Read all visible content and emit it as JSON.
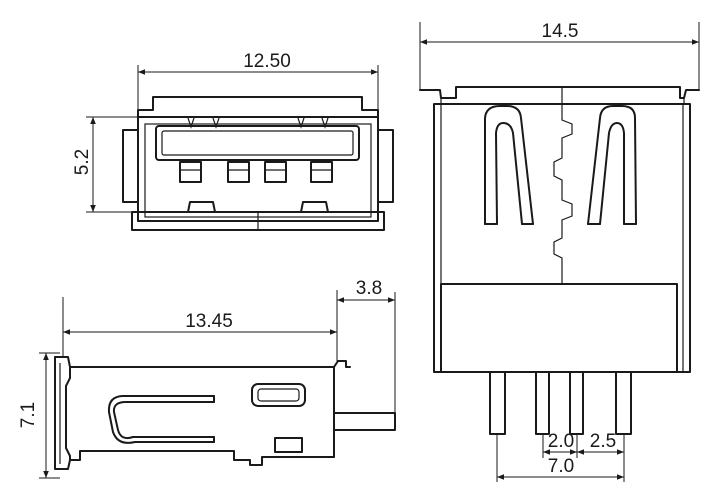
{
  "dimensions": {
    "front_width": "12.50",
    "front_height": "5.2",
    "side_view_width": "14.5",
    "side_view_height": "7.1",
    "body_length": "13.45",
    "leg_offset": "3.8",
    "pitch_a": "2.0",
    "pitch_b": "2.5",
    "pin_span": "7.0"
  }
}
